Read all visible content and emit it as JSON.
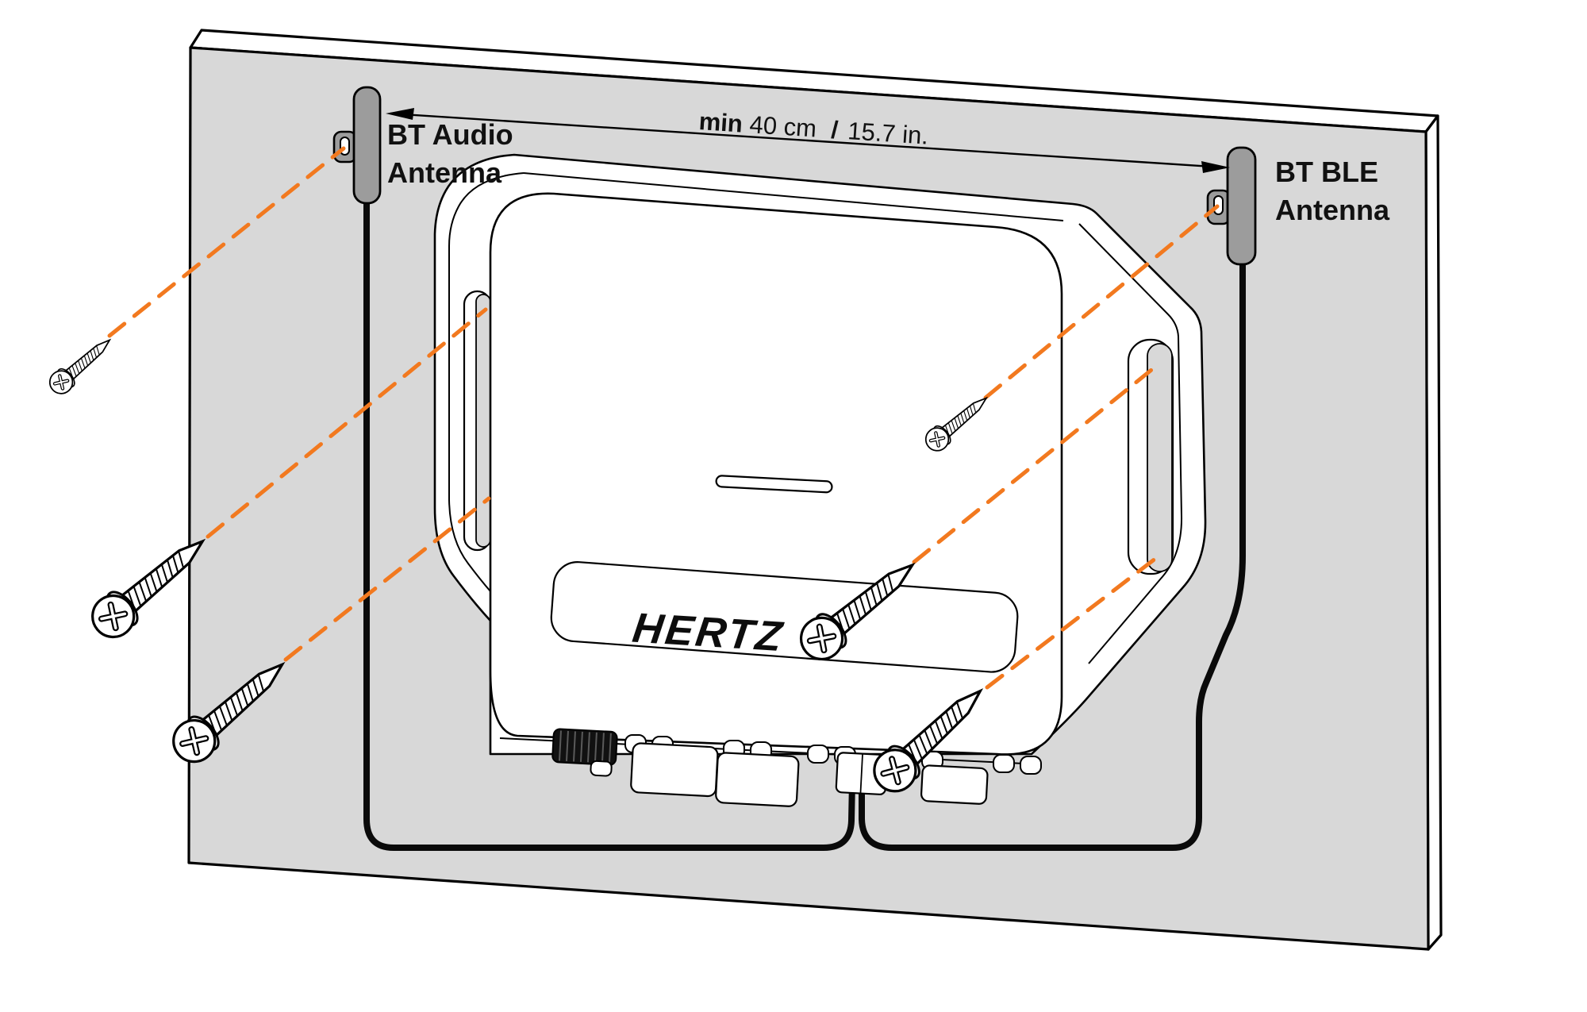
{
  "diagram": {
    "dimension": {
      "min_label": "min",
      "metric_value": "40 cm",
      "separator": "/",
      "imperial_value": "15.7 in."
    },
    "antennas": {
      "left": {
        "label_line1": "BT Audio",
        "label_line2": "Antenna"
      },
      "right": {
        "label_line1": "BT BLE",
        "label_line2": "Antenna"
      }
    },
    "device": {
      "brand_logo": "HERTZ"
    },
    "colors": {
      "board_fill": "#d8d8d8",
      "board_edge_fill": "#ffffff",
      "antenna_fill": "#9c9c9c",
      "dash_orange": "#f2791f",
      "outline": "#000000"
    }
  }
}
